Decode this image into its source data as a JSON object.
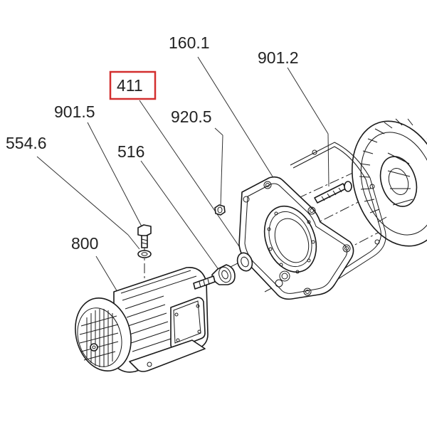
{
  "callouts": {
    "c160_1": "160.1",
    "c901_2": "901.2",
    "c411": "411",
    "c901_5": "901.5",
    "c920_5": "920.5",
    "c554_6": "554.6",
    "c516": "516",
    "c800": "800"
  },
  "highlight": {
    "part": "411",
    "color": "#d32f2f"
  },
  "colors": {
    "line": "#1a1a1a",
    "label": "#222222",
    "background": "#ffffff"
  }
}
